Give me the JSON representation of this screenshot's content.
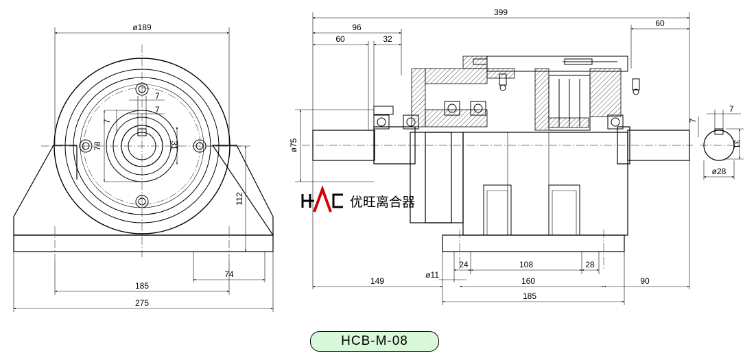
{
  "brand": {
    "logo_text": "HAC",
    "name": "优旺离合器"
  },
  "model": "HCB-M-08",
  "dimensions": {
    "front_view": {
      "outer_diameter": "ø189",
      "keyway_width_a": "7",
      "keyway_width_b": "7",
      "key_dim": "7",
      "bolt_circle": "78",
      "shaft_height": "31",
      "center_height": "112",
      "base_bolt_spacing": "185",
      "base_width": "275",
      "base_slot": "74"
    },
    "side_view": {
      "overall_length": "399",
      "input_length": "96",
      "input_shaft_length": "60",
      "flange_length": "32",
      "output_shaft_length": "60",
      "shaft_diameter": "ø75",
      "left_offset": "149",
      "mount_hole": "ø11",
      "slot_a": "24",
      "slot_span": "108",
      "slot_b": "28",
      "mount_spacing": "160",
      "right_offset": "90",
      "base_length": "185"
    },
    "shaft_section": {
      "key_width": "7",
      "key_depth": "7",
      "key_height": "31",
      "diameter": "ø28"
    }
  }
}
